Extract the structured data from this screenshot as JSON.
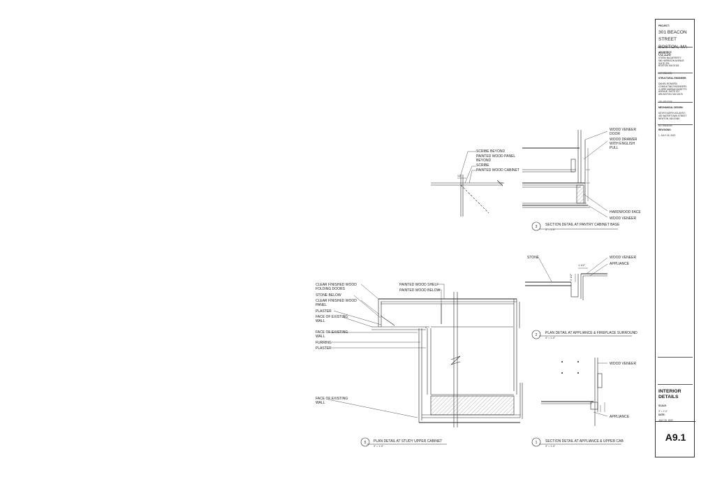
{
  "title_block": {
    "project_label": "PROJECT:",
    "project_lines": [
      "301 BEACON",
      "STREET",
      "BOSTON, MA",
      "02116"
    ],
    "architect_label": "ARCHITECT:",
    "architect_text": "STERN McCAFFERTY\n560 HARRISON AVENUE\nSUITE 301\nBOSTON, MA 02118",
    "architect_phone": "617.338.1125",
    "structural_label": "STRUCTURAL ENGINEER:",
    "structural_text": "DANIEL BONARDI\nCONSULTING ENGINEERS\n4 VERE MASSACHUSETTS\nAVENUE, SUITE 207\nARLINGTON, MA 02476",
    "structural_phone": "781.483.3336",
    "mechanical_label": "MECHANICAL DESIGN:",
    "mechanical_text": "KEYES NORTH ATLANTIC\n400 WATERTOWN STREET\nNEWTON, MA 02460",
    "mechanical_phone": "617.904.6100",
    "revisions_label": "REVISIONS:",
    "revision_1": "1.   JULY 15, 2022",
    "sheet_name_1": "INTERIOR",
    "sheet_name_2": "DETAILS",
    "scale_label": "SCALE:",
    "scale_value": "3\" = 1'-0\"",
    "date_label": "DATE:",
    "date_value": "JULY 20, 2022",
    "sheet_number": "A9.1"
  },
  "detail_3": {
    "number": "3",
    "title": "SECTION DETAIL AT PANTRY CABINET BASE",
    "scale": "3\" = 1'-0\"",
    "label_scribe_beyond": "SCRIBE BEYOND",
    "label_painted_panel_1": "PAINTED WOOD PANEL",
    "label_painted_panel_2": "BEYOND",
    "label_scribe": "SCRIBE",
    "label_painted_cabinet": "PAINTED WOOD CABINET",
    "label_dim_half": "1/2\"",
    "label_veneer_door_1": "WOOD VENEER",
    "label_veneer_door_2": "DOOR",
    "label_drawer_1": "WOOD DRAWER",
    "label_drawer_2": "WITH ENGLISH",
    "label_drawer_3": "PULL",
    "label_hardwood_face": "HARDWOOD FACE",
    "label_wood_veneer": "WOOD VENEER"
  },
  "detail_2": {
    "number": "2",
    "title": "PLAN DETAIL AT APPLIANCE & FIREPLACE SURROUND",
    "scale": "3\" = 1'-0\"",
    "label_stone": "STONE",
    "label_dim_1": "1 1/2\"",
    "label_dim_2": "2 1/2\"",
    "label_wood_veneer": "WOOD VENEER",
    "label_appliance": "APPLIANCE"
  },
  "detail_1": {
    "number": "1",
    "title": "SECTION DETAIL AT APPLIANCE & UPPER CAB",
    "scale": "3\" = 1'-0\"",
    "label_wood_veneer": "WOOD VENEER",
    "label_appliance": "APPLIANCE"
  },
  "detail_5": {
    "number": "5",
    "title": "PLAN DETAIL AT STUDY UPPER CABINET",
    "scale": "3\" = 1'-0\"",
    "label_clear_doors_1": "CLEAR FINISHED WOOD",
    "label_clear_doors_2": "FOLDING DOORS",
    "label_stone_below": "STONE BELOW",
    "label_clear_panel_1": "CLEAR FINISHED WOOD",
    "label_clear_panel_2": "PANEL",
    "label_plaster_1": "PLASTER",
    "label_face_wall_a1": "FACE OF EXISTING",
    "label_face_wall_a2": "WALL",
    "label_face_wall_b1": "FACE OF EXISTING",
    "label_face_wall_b2": "WALL",
    "label_furring": "FURRING",
    "label_plaster_2": "PLASTER",
    "label_face_wall_c1": "FACE OF EXISTING",
    "label_face_wall_c2": "WALL",
    "label_shelf": "PAINTED WOOD SHELF",
    "label_below": "PAINTED WOOD BELOW"
  }
}
